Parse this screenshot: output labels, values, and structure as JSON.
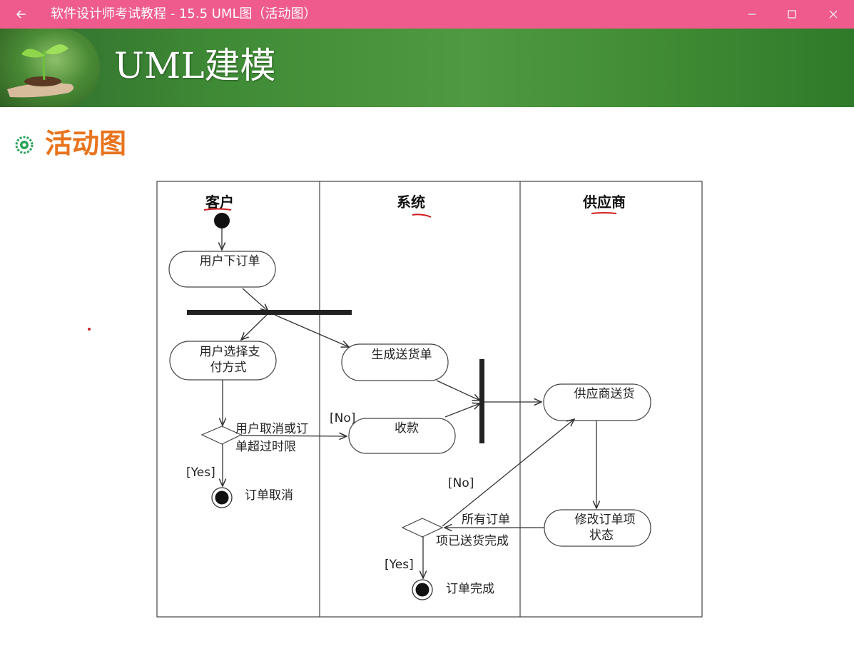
{
  "window": {
    "title": "软件设计师考试教程 - 15.5  UML图（活动图）",
    "back_icon": "arrow-left-icon",
    "controls": [
      "minimize-icon",
      "maximize-icon",
      "close-icon"
    ],
    "accent_color": "#ee5b8c"
  },
  "banner": {
    "title": "UML建模",
    "image": "sprout-in-hands-photo"
  },
  "section": {
    "title": "活动图",
    "icon": "green-flower-bullet-icon"
  },
  "diagram": {
    "lanes": [
      "客户",
      "系统",
      "供应商"
    ],
    "activities": {
      "place_order": "用户下订单",
      "choose_payment_1": "用户选择支",
      "choose_payment_2": "付方式",
      "gen_delivery": "生成送货单",
      "collect_payment": "收款",
      "supplier_ship": "供应商送货",
      "update_status_1": "修改订单项",
      "update_status_2": "状态"
    },
    "guards": {
      "cancel_1": "用户取消或订",
      "cancel_2": "单超过时限",
      "no_1": "[No]",
      "yes_1": "[Yes]",
      "no_2": "[No]",
      "yes_2": "[Yes]",
      "all_done_1": "所有订单",
      "all_done_2": "项已送货完成"
    },
    "finals": {
      "cancelled": "订单取消",
      "completed": "订单完成"
    }
  }
}
